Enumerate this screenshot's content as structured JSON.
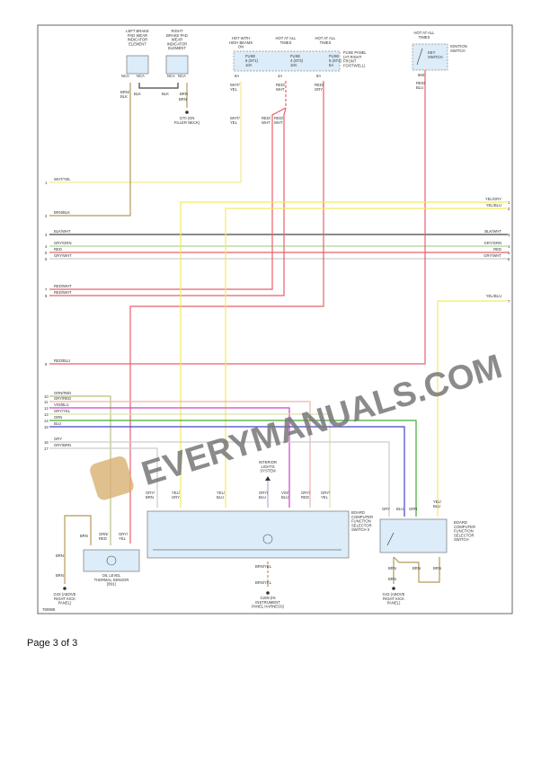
{
  "components": {
    "left_brake": "LEFT BRAKE PAD WEAR INDICATOR ELEMENT",
    "right_brake": "RIGHT BRAKE PAD WEAR INDICATOR ELEMENT",
    "fuse_panel": "FUSE PANEL (AT RIGHT FRONT FOOTWELL)",
    "fuse1": {
      "hot": "HOT WITH HIGH BEAMS ON",
      "name": "FUSE",
      "num": "6 (ST1)",
      "amp": "10A",
      "pin": "8A"
    },
    "fuse2": {
      "hot": "HOT AT ALL TIMES",
      "name": "FUSE",
      "num": "4 (ST3)",
      "amp": "10A",
      "pin": "4A"
    },
    "fuse3": {
      "hot": "HOT AT ALL TIMES",
      "name": "FUSE",
      "num": "5 (ST4)",
      "amp": "5A",
      "pin": "8A"
    },
    "ignition": {
      "hot": "HOT AT ALL TIMES",
      "name": "IGNITION SWITCH",
      "inner": "KEY SWITCH",
      "pin": "86S"
    },
    "g70": "G70 (ON FILLER NECK)",
    "sensor": "OIL LEVEL THERMAL SENSOR (B91)",
    "switch2": "BOARD COMPUTER FUNCTION SELECTOR SWITCH II",
    "switch1": "BOARD COMPUTER FUNCTION SELECTOR SWITCH",
    "interior": "INTERIOR LIGHTS SYSTEM",
    "g43a": "G43 (ABOVE RIGHT KICK PANEL)",
    "g43b": "G43 (ABOVE RIGHT KICK PANEL)",
    "g208": "G208 (IN INSTRUMENT PANEL HARNESS)",
    "diagram_id": "T80989"
  },
  "wire_labels": {
    "nca": "NCA",
    "brn_blk": "BRN/ BLK",
    "blk": "BLK",
    "brn": "BRN",
    "wht_yel": "WHT/ YEL",
    "red_wht": "RED/ WHT",
    "red_gry": "RED/ GRY",
    "red_blu": "RED/ BLU",
    "gry_brn": "GRY/ BRN",
    "yel_gry": "YEL/ GRY",
    "yel_blu": "YEL/ BLU",
    "gry_blu": "GRY/ BLU",
    "vio_blu": "VIO/ BLU",
    "gry_red": "GRY/ RED",
    "gry_yel": "GRY/ YEL",
    "grn_red": "GRN/ RED",
    "brn_yel": "BRN/YEL",
    "gry": "GRY",
    "blu": "BLU",
    "grn": "GRN"
  },
  "left_rows": [
    {
      "n": "1",
      "label": "WHT/YEL"
    },
    {
      "n": "2",
      "label": "BRN/BLK"
    },
    {
      "n": "3",
      "label": "BLK/WHT"
    },
    {
      "n": "4",
      "label": "GRY/GRN"
    },
    {
      "n": "5",
      "label": "RED"
    },
    {
      "n": "6",
      "label": "GRY/WHT"
    },
    {
      "n": "7",
      "label": "RED/WHT"
    },
    {
      "n": "8",
      "label": "RED/WHT"
    },
    {
      "n": "9",
      "label": "RED/BLU"
    },
    {
      "n": "10",
      "label": "GRN/RED"
    },
    {
      "n": "11",
      "label": "GRY/RED"
    },
    {
      "n": "12",
      "label": "VIO/BLU"
    },
    {
      "n": "13",
      "label": "GRY/YEL"
    },
    {
      "n": "14",
      "label": "GRN"
    },
    {
      "n": "15",
      "label": "BLU"
    },
    {
      "n": "16",
      "label": "GRY"
    },
    {
      "n": "17",
      "label": "GRY/BRN"
    }
  ],
  "right_rows": [
    {
      "n": "1",
      "label": "YEL/GRY"
    },
    {
      "n": "2",
      "label": "YEL/BLU"
    },
    {
      "n": "3",
      "label": "BLK/WHT"
    },
    {
      "n": "4",
      "label": "GRY/GRN"
    },
    {
      "n": "5",
      "label": "RED"
    },
    {
      "n": "6",
      "label": "GRY/WHT"
    },
    {
      "n": "7",
      "label": "YEL/BLU"
    }
  ],
  "colors": {
    "red": "#e8606a",
    "yellow": "#f2ea60",
    "tan": "#b49a5a",
    "gray": "#999999",
    "black": "#444444",
    "green": "#7cc060",
    "magenta": "#cc44cc",
    "blue": "#4444cc",
    "lightred": "#f0b0b0"
  },
  "watermark": "EVERYMANUALS.COM",
  "page_label": "Page 3 of 3"
}
